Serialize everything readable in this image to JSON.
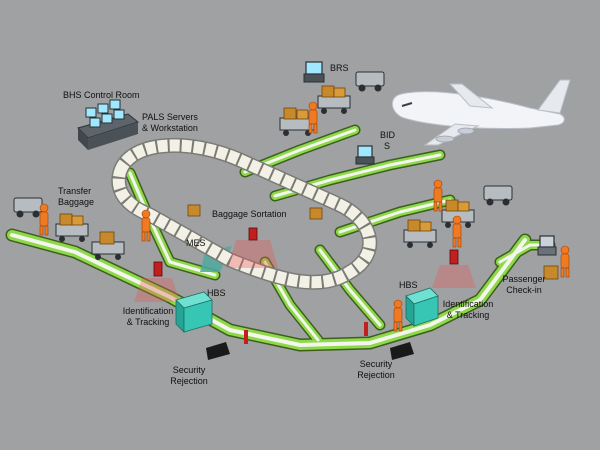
{
  "labels": {
    "control_room": "BHS Control Room",
    "pals_servers_line1": "PALS Servers",
    "pals_servers_line2": "& Workstation",
    "brs": "BRS",
    "bid_line1": "BID",
    "bid_line2": "S",
    "transfer_line1": "Transfer",
    "transfer_line2": "Baggage",
    "baggage_sortation": "Baggage Sortation",
    "mes": "MES",
    "hbs_left": "HBS",
    "hbs_right": "HBS",
    "ident_left_line1": "Identification",
    "ident_left_line2": "& Tracking",
    "ident_right_line1": "Identification",
    "ident_right_line2": "& Tracking",
    "security_left_line1": "Security",
    "security_left_line2": "Rejection",
    "security_right_line1": "Security",
    "security_right_line2": "Rejection",
    "checkin_line1": "Passenger",
    "checkin_line2": "Check-in"
  },
  "colors": {
    "background": "#9fa1a3",
    "conveyor_green": "#8ed84b",
    "conveyor_surface": "#f4f6ee",
    "worker_orange": "#f07a22",
    "baggage_brown": "#c8892a",
    "scanner_teal": "#38c6b4",
    "beam_red": "#e85a5a",
    "aircraft_white": "#f2f4f7",
    "monitor_cyan": "#9fe8ff"
  },
  "icons": [
    "aircraft-icon",
    "control-room-icon",
    "workstation-icon",
    "worker-icon",
    "baggage-icon",
    "tug-cart-icon",
    "hbs-scanner-icon",
    "rfid-reader-icon",
    "gate-icon"
  ]
}
